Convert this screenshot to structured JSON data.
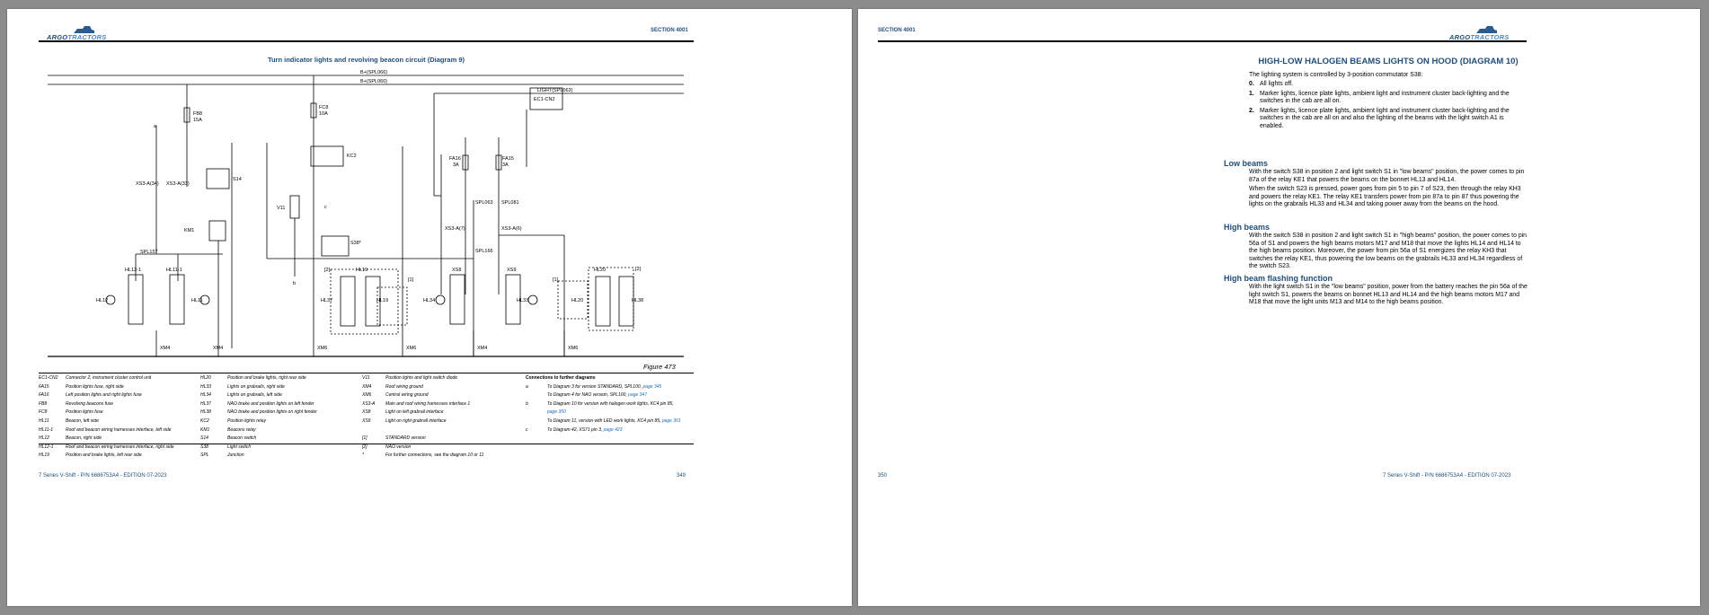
{
  "page1": {
    "section": "SECTION 4001",
    "logo": {
      "bold": "ARGO",
      "light": "TRACTORS"
    },
    "diagram_title": "Turn indicator lights and revolving beacon circuit (Diagram 9)",
    "figure_label": "Figure 473",
    "footer_left": "7 Series V-Shift - P/N 6686753A4 - EDITION 07-2023",
    "page_number": "349",
    "legend_col1": [
      {
        "key": "EC1-CN2",
        "desc": "Connector 2, instrument cluster control unit"
      },
      {
        "key": "FA15",
        "desc": "Position lights fuse, right side"
      },
      {
        "key": "FA16",
        "desc": "Left position lights and right lights fuse"
      },
      {
        "key": "FB8",
        "desc": "Revolving beacons fuse"
      },
      {
        "key": "FC8",
        "desc": "Position lights fuse"
      },
      {
        "key": "HL11",
        "desc": "Beacon, left side"
      },
      {
        "key": "HL11-1",
        "desc": "Roof and beacon wiring harnesses interface, left side"
      },
      {
        "key": "HL12",
        "desc": "Beacon, right side"
      },
      {
        "key": "HL12-1",
        "desc": "Roof and beacon wiring harnesses interface, right side"
      },
      {
        "key": "HL19",
        "desc": "Position and brake lights, left rear side"
      }
    ],
    "legend_col2": [
      {
        "key": "HL20",
        "desc": "Position and brake lights, right rear side"
      },
      {
        "key": "HL33",
        "desc": "Lights on grabrails, right side"
      },
      {
        "key": "HL34",
        "desc": "Lights on grabrails, left side"
      },
      {
        "key": "HL37",
        "desc": "NAO brake and position lights on left fender"
      },
      {
        "key": "HL38",
        "desc": "NAO brake and position lights on right fender"
      },
      {
        "key": "KC2",
        "desc": "Position lights relay"
      },
      {
        "key": "KM1",
        "desc": "Beacons relay"
      },
      {
        "key": "S14",
        "desc": "Beacon switch"
      },
      {
        "key": "S38",
        "desc": "Light switch"
      },
      {
        "key": "SPL",
        "desc": "Junction"
      }
    ],
    "legend_col3": [
      {
        "key": "V11",
        "desc": "Position lights and light switch diode"
      },
      {
        "key": "XM4",
        "desc": "Roof wiring ground"
      },
      {
        "key": "XM6",
        "desc": "Central wiring ground"
      },
      {
        "key": "XS3-A",
        "desc": "Main and roof wiring harnesses interface 1"
      },
      {
        "key": "XS8",
        "desc": "Light on left grabrail interface"
      },
      {
        "key": "XS9",
        "desc": "Light on right grabrail interface"
      },
      {
        "key": "",
        "desc": ""
      },
      {
        "key": "[1]",
        "desc": "STANDARD version"
      },
      {
        "key": "[2]",
        "desc": "NAO version"
      },
      {
        "key": "*",
        "desc": "For further connections, see the diagram 10 or 11"
      }
    ],
    "connections_title": "Connections to further diagrams",
    "connections": [
      {
        "key": "a",
        "text": "To Diagram 3 for version STANDARD, SPL100, ",
        "link": "page 345"
      },
      {
        "key": "",
        "text": "To Diagram 4 for NAO version, SPL100, ",
        "link": "page 347"
      },
      {
        "key": "b",
        "text": "To Diagram 10 for version with halogen work lights, KC4 pin 85, ",
        "link": ""
      },
      {
        "key": "",
        "text": "",
        "link": "page 350"
      },
      {
        "key": "",
        "text": "To Diagram 11, version with LED work lights, KC4 pin 85, ",
        "link": "page 361"
      },
      {
        "key": "c",
        "text": "To Diagram 42, XS71 pin 3, ",
        "link": "page 423"
      }
    ],
    "diagram_labels": {
      "bus1": "B+(SPL066)",
      "bus2": "B+(SPL060)",
      "light": "LIGHT(SPL063)",
      "fb8": "FB8",
      "fb8a": "15A",
      "fc8": "FC8",
      "fc8a": "10A",
      "kc2": "KC2",
      "km1": "KM1",
      "s14": "S14",
      "s38": "S38*",
      "v11": "V11",
      "ec": "EC1-CN2",
      "fa16": "FA16",
      "fa16a": "3A",
      "fa15": "FA15",
      "fa15a": "3A",
      "spl157": "SPL157",
      "spl063": "SPL063",
      "spl081": "SPL081",
      "spl166": "SPL166",
      "xs3a34": "XS3-A(34)",
      "xs3a33": "XS3-A(33)",
      "xs3a7": "XS3-A(7)",
      "xs3a6": "XS3-A(6)",
      "hl121": "HL12-1",
      "hl111": "HL11-1",
      "hl12": "HL12",
      "hl11": "HL11",
      "hl19": "HL19",
      "hl37": "HL37",
      "hl19b": "HL19",
      "hl34": "HL34",
      "xs8": "XS8",
      "xs9": "XS9",
      "hl33": "HL33",
      "hl20": "HL20",
      "hl20b": "HL20",
      "hl38": "HL38",
      "xm4": "XM4",
      "xm6": "XM6",
      "a": "a",
      "b": "b",
      "c": "c",
      "n1": "[1]",
      "n2": "[2]"
    }
  },
  "page2": {
    "section": "SECTION 4001",
    "logo": {
      "bold": "ARGO",
      "light": "TRACTORS"
    },
    "title": "HIGH-LOW HALOGEN BEAMS LIGHTS ON HOOD (DIAGRAM 10)",
    "intro": "The lighting system is controlled by 3-position commutator S38:",
    "list": [
      {
        "n": "0.",
        "text": "All lights off."
      },
      {
        "n": "1.",
        "text": "Marker lights, licence plate lights, ambient light and instrument cluster back-lighting and the switches in the cab are all on."
      },
      {
        "n": "2.",
        "text": "Marker lights, licence plate lights, ambient light and instrument cluster back-lighting and the switches in the cab are all on and also the lighting of the beams with the light switch A1 is enabled."
      }
    ],
    "sections": [
      {
        "heading": "Low beams",
        "paras": [
          "With the switch S38 in position 2 and light switch S1 in \"low beams\" position, the power comes to pin 87a of the relay KE1 that powers the beams on the bonnet HL13 and HL14.",
          "When the switch S23 is pressed, power goes from pin 5 to pin 7 of S23, then through the relay KH3 and powers the relay KE1. The relay KE1 transfers power from pin 87a to pin 87 thus powering the lights on the grabrails HL33 and HL34 and taking power away from the beams on the hood."
        ]
      },
      {
        "heading": "High beams",
        "paras": [
          "With the switch S38 in position 2 and light switch S1 in \"high beams\" position, the power comes to pin 56a of S1 and powers the high beams motors M17 and M18 that move the lights HL14 and HL14 to the high beams position. Moreover, the power from pin 56a of S1 energizes the relay KH3 that switches the relay KE1, thus powering the low beams on the grabrails HL33 and HL34 regardless of the switch S23."
        ]
      },
      {
        "heading": "High beam flashing function",
        "paras": [
          "With the light switch S1 in the \"low beams\" position, power from the battery reaches the pin 56a of the light switch S1, powers the beams on bonnet HL13 and HL14 and the high beams motors M17 and M18 that move the light units M13 and M14 to the high beams position."
        ]
      }
    ],
    "page_number": "350",
    "footer_right": "7 Series V-Shift - P/N 6686753A4 - EDITION 07-2023"
  }
}
